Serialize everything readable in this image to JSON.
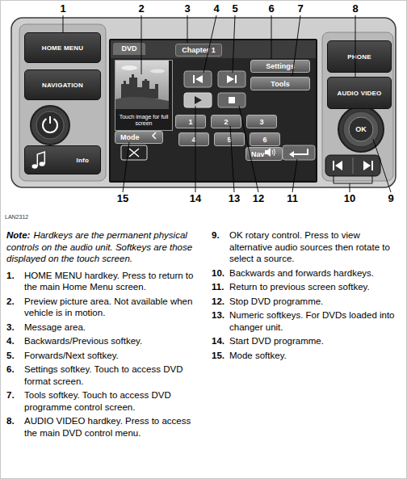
{
  "diagram": {
    "nodes": [
      {
        "text": [
          "HOME MENU"
        ]
      },
      {
        "text": [
          "NAVIGATION"
        ]
      },
      {
        "text": [
          "Info"
        ]
      },
      {
        "text": [
          "DVD"
        ]
      },
      {
        "text": [
          "Chapter 1"
        ],
        "in": 3
      },
      {
        "text": [
          "Touch image for full screen"
        ],
        "in": 3
      },
      {
        "text": [
          "Settings"
        ],
        "in": 3
      },
      {
        "text": [
          "Tools"
        ],
        "in": 3
      },
      {
        "text": [
          "1"
        ],
        "in": 3
      },
      {
        "text": [
          "2"
        ],
        "in": 3
      },
      {
        "text": [
          "3"
        ],
        "in": 3
      },
      {
        "text": [
          "4"
        ],
        "in": 3
      },
      {
        "text": [
          "5"
        ],
        "in": 3
      },
      {
        "text": [
          "6"
        ],
        "in": 3
      },
      {
        "text": [
          "Mode"
        ],
        "in": 3
      },
      {
        "text": [
          "Nav"
        ],
        "in": 3
      },
      {
        "text": [
          "PHONE"
        ]
      },
      {
        "text": [
          "AUDIO VIDEO"
        ]
      },
      {
        "text": [
          "OK"
        ]
      }
    ],
    "labels": [
      "1",
      "2",
      "3",
      "4",
      "5",
      "6",
      "7",
      "8",
      "15",
      "14",
      "13",
      "12",
      "11",
      "10",
      "9",
      "LAN2312",
      "Note:",
      "Hardkeys are the permanent physical controls on the audio unit. Softkeys are those displayed on the touch screen.",
      "1.",
      "HOME MENU hardkey. Press to return to the main Home Menu screen.",
      "2.",
      "Preview picture area. Not available when vehicle is in motion.",
      "3.",
      "Message area.",
      "4.",
      "Backwards/Previous softkey.",
      "5.",
      "Forwards/Next softkey.",
      "6.",
      "Settings softkey. Touch to access DVD format screen.",
      "7.",
      "Tools softkey. Touch to access DVD programme control screen.",
      "8.",
      "AUDIO VIDEO hardkey. Press to access the main DVD control menu.",
      "9.",
      "OK rotary control. Press to view alternative audio sources then rotate to select a source.",
      "10.",
      "Backwards and forwards hardkeys.",
      "11.",
      "Return to previous screen softkey.",
      "12.",
      "Stop DVD programme.",
      "13.",
      "Numeric softkeys. For DVDs loaded into changer unit.",
      "14.",
      "Start DVD programme.",
      "15.",
      "Mode softkey."
    ]
  }
}
